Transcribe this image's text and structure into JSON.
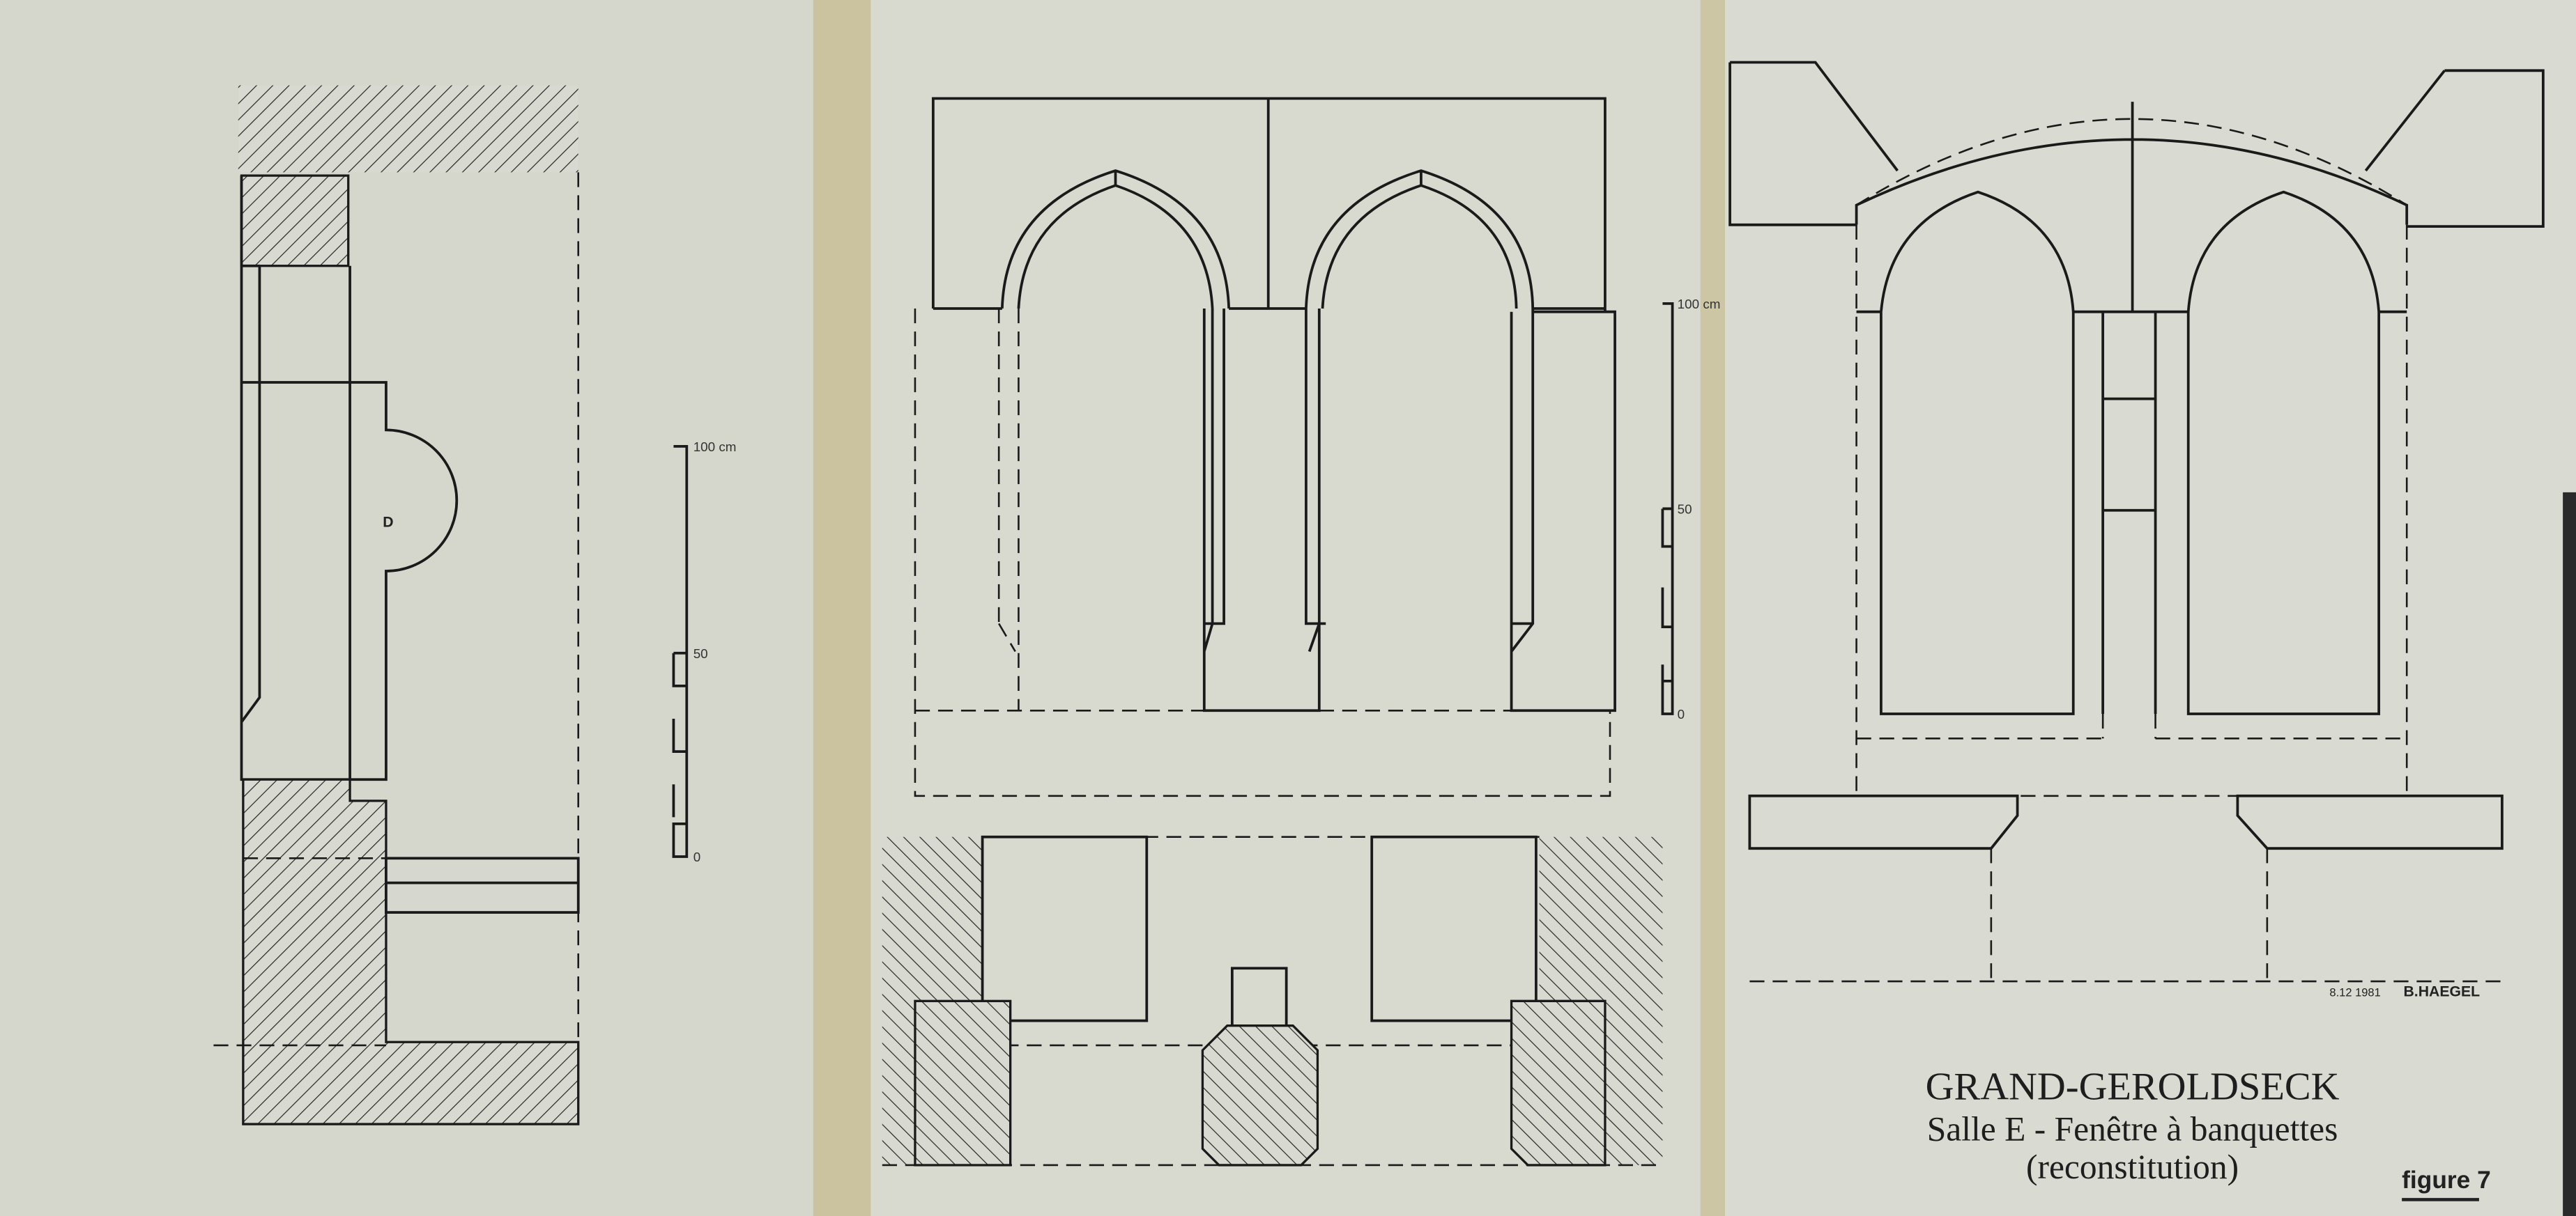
{
  "drawing": {
    "scale_left": {
      "top": "100 cm",
      "mid": "50",
      "bottom": "0"
    },
    "scale_middle": {
      "top": "100 cm",
      "mid": "50",
      "bottom": "0"
    },
    "section_mark": "D",
    "date": "8.12 1981",
    "author": "B.HAEGEL",
    "title": "GRAND-GEROLDSECK",
    "subtitle": "Salle E - Fenêtre à banquettes",
    "subtitle2": "(reconstitution)",
    "figure_label": "figure 7"
  },
  "colors": {
    "paper": "#d6d7ce",
    "gutter": "#c8bf98",
    "ink": "#1a1a1a"
  }
}
